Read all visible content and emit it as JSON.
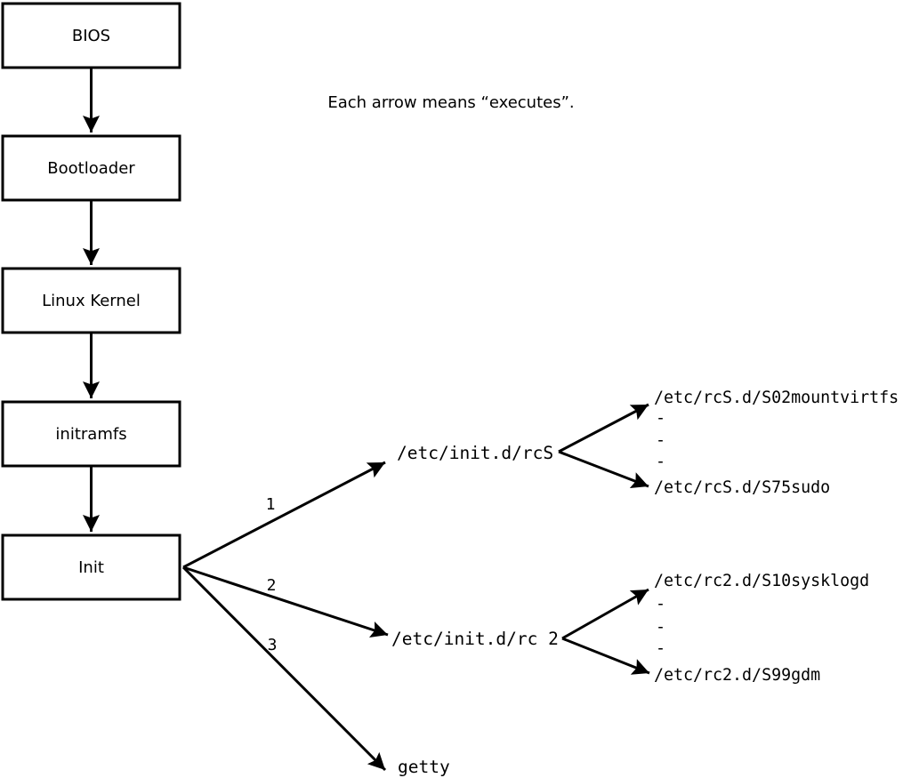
{
  "diagram": {
    "note": "Each arrow means “executes”.",
    "boxes": [
      {
        "label": "BIOS"
      },
      {
        "label": "Bootloader"
      },
      {
        "label": "Linux Kernel"
      },
      {
        "label": "initramfs"
      },
      {
        "label": "Init"
      }
    ],
    "edge_numbers": [
      "1",
      "2",
      "3"
    ],
    "init_targets": {
      "rcS": "/etc/init.d/rcS",
      "rc2": "/etc/init.d/rc 2",
      "getty": "getty"
    },
    "rcS_children": [
      "/etc/rcS.d/S02mountvirtfs",
      "-",
      "-",
      "-",
      "/etc/rcS.d/S75sudo"
    ],
    "rc2_children": [
      "/etc/rc2.d/S10sysklogd",
      "-",
      "-",
      "-",
      "/etc/rc2.d/S99gdm"
    ],
    "colors": {
      "line": "#000000",
      "background": "#ffffff"
    }
  }
}
